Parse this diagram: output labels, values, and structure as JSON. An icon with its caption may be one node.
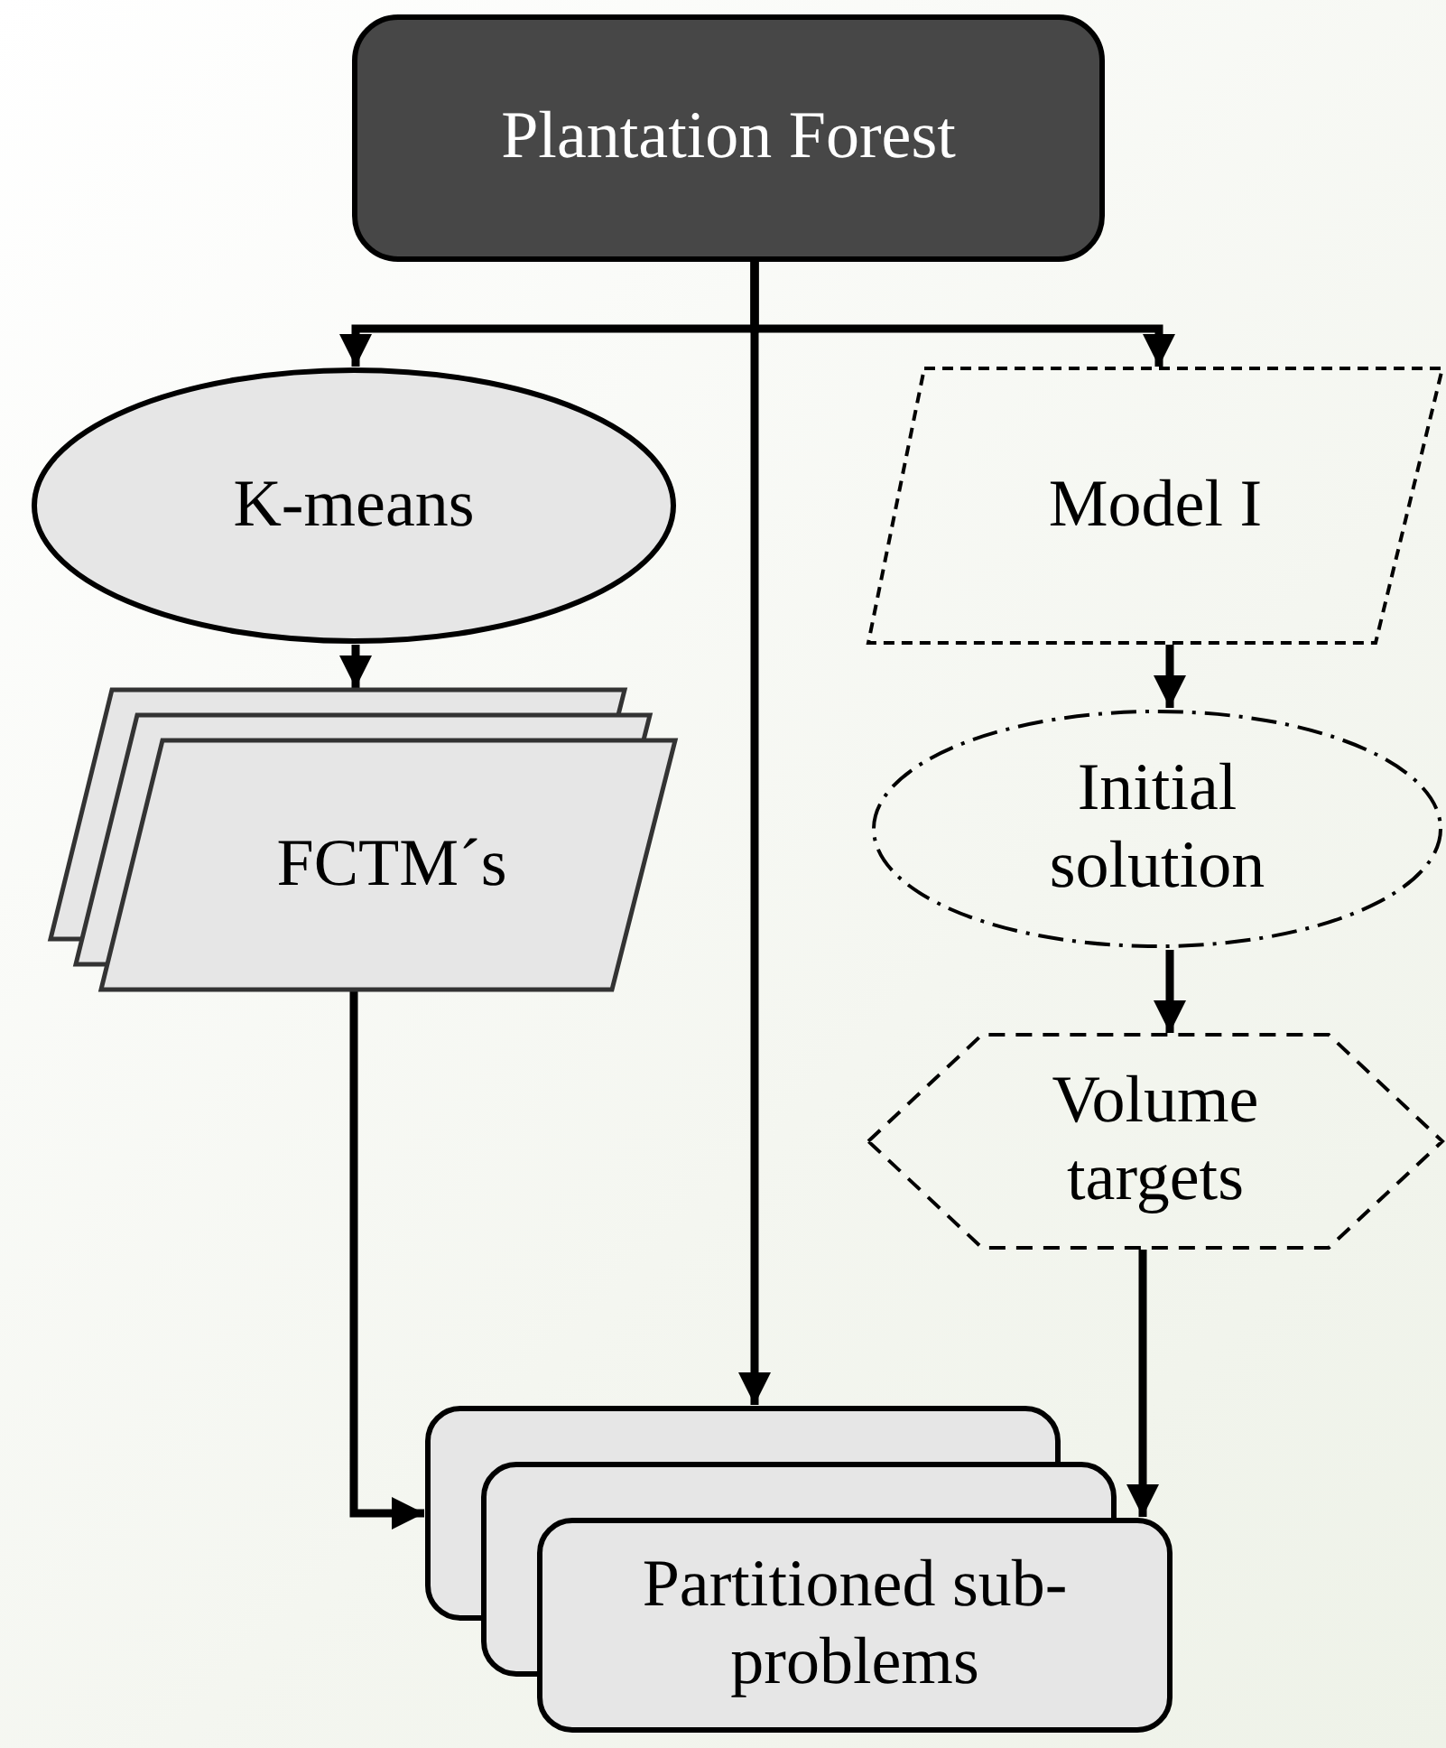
{
  "diagram": {
    "nodes": [
      {
        "text": [
          "Plantation Forest"
        ]
      },
      {
        "text": [
          "K-means"
        ]
      },
      {
        "text": [
          "FCTM´s"
        ]
      },
      {
        "text": [
          "Model I"
        ]
      },
      {
        "text": [
          "Initial solution"
        ]
      },
      {
        "text": [
          "Volume targets"
        ]
      },
      {
        "text": [
          "Partitioned sub-problems"
        ]
      }
    ],
    "edges": [
      {
        "from": 0,
        "to": 1,
        "arrow": "to"
      },
      {
        "from": 0,
        "to": 3,
        "arrow": "to"
      },
      {
        "from": 0,
        "to": 6,
        "arrow": "to"
      },
      {
        "from": 1,
        "to": 2,
        "arrow": "to"
      },
      {
        "from": 2,
        "to": 6,
        "arrow": "to"
      },
      {
        "from": 3,
        "to": 4,
        "arrow": "to"
      },
      {
        "from": 4,
        "to": 5,
        "arrow": "to"
      },
      {
        "from": 5,
        "to": 6,
        "arrow": "to"
      }
    ]
  }
}
